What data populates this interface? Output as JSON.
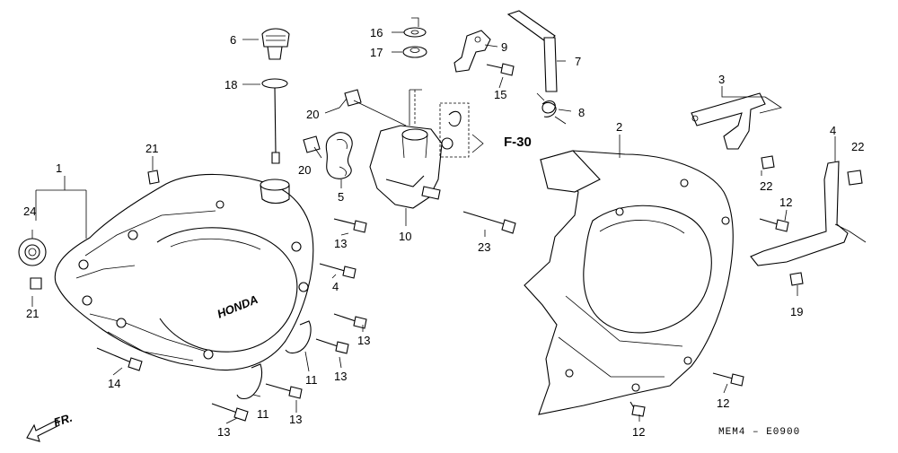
{
  "diagram": {
    "callouts": [
      {
        "key": "c1",
        "label": "1"
      },
      {
        "key": "c24",
        "label": "24"
      },
      {
        "key": "c21a",
        "label": "21"
      },
      {
        "key": "c21b",
        "label": "21"
      },
      {
        "key": "c6",
        "label": "6"
      },
      {
        "key": "c18",
        "label": "18"
      },
      {
        "key": "c20a",
        "label": "20"
      },
      {
        "key": "c20b",
        "label": "20"
      },
      {
        "key": "c5",
        "label": "5"
      },
      {
        "key": "c13a",
        "label": "13"
      },
      {
        "key": "c4",
        "label": "4"
      },
      {
        "key": "c13b",
        "label": "13"
      },
      {
        "key": "c13c",
        "label": "13"
      },
      {
        "key": "c13d",
        "label": "13"
      },
      {
        "key": "c13e",
        "label": "13"
      },
      {
        "key": "c11a",
        "label": "11"
      },
      {
        "key": "c11b",
        "label": "11"
      },
      {
        "key": "c14",
        "label": "14"
      },
      {
        "key": "c16",
        "label": "16"
      },
      {
        "key": "c17",
        "label": "17"
      },
      {
        "key": "c9",
        "label": "9"
      },
      {
        "key": "c15",
        "label": "15"
      },
      {
        "key": "c7",
        "label": "7"
      },
      {
        "key": "c8",
        "label": "8"
      },
      {
        "key": "c10",
        "label": "10"
      },
      {
        "key": "c23",
        "label": "23"
      },
      {
        "key": "c2",
        "label": "2"
      },
      {
        "key": "c3",
        "label": "3"
      },
      {
        "key": "c4b",
        "label": "4"
      },
      {
        "key": "c22a",
        "label": "22"
      },
      {
        "key": "c22b",
        "label": "22"
      },
      {
        "key": "c12a",
        "label": "12"
      },
      {
        "key": "c19",
        "label": "19"
      },
      {
        "key": "c12b",
        "label": "12"
      },
      {
        "key": "c12c",
        "label": "12"
      }
    ],
    "reference": "F-30",
    "brand_mark": "HONDA",
    "front_marker": "FR.",
    "diagram_code": "MEM4 – E0900"
  }
}
